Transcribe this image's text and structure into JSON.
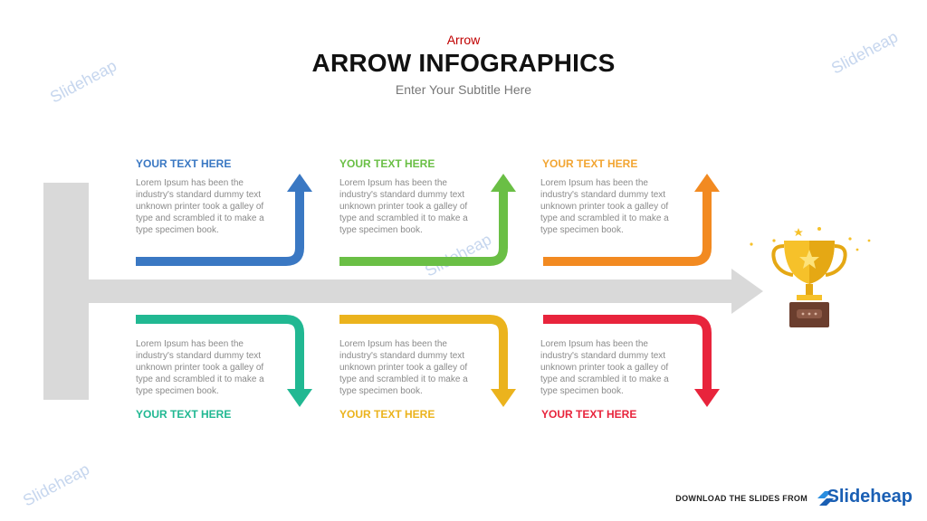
{
  "header": {
    "eyebrow": "Arrow",
    "title": "ARROW INFOGRAPHICS",
    "subtitle": "Enter Your Subtitle Here"
  },
  "steps": [
    {
      "title": "YOUR TEXT HERE",
      "body": "Lorem Ipsum has been the industry's standard dummy text unknown printer took a galley of type and scrambled it to make a type specimen book.",
      "color": "#3a78c3"
    },
    {
      "title": "YOUR TEXT HERE",
      "body": "Lorem Ipsum has been the industry's standard dummy text unknown printer took a galley of type and scrambled it to make a type specimen book.",
      "color": "#6abf45"
    },
    {
      "title": "YOUR TEXT HERE",
      "body": "Lorem Ipsum has been the industry's standard dummy text unknown printer took a galley of type and scrambled it to make a type specimen book.",
      "color": "#f28a21"
    },
    {
      "title": "YOUR TEXT HERE",
      "body": "Lorem Ipsum has been the industry's standard dummy text unknown printer took a galley of type and scrambled it to make a type specimen book.",
      "color": "#21b892"
    },
    {
      "title": "YOUR TEXT HERE",
      "body": "Lorem Ipsum has been the industry's standard dummy text unknown printer took a galley of type and scrambled it to make a type specimen book.",
      "color": "#ebb31d"
    },
    {
      "title": "YOUR TEXT HERE",
      "body": "Lorem Ipsum has been the industry's standard dummy text unknown printer took a galley of type and scrambled it to make a type specimen book.",
      "color": "#e8243c"
    }
  ],
  "colors": {
    "main_arrow": "#d9d9d9",
    "trophy_gold": "#f6c12a",
    "trophy_base": "#6b3e2e"
  },
  "watermark": "Slideheap",
  "footer": {
    "download_text": "DOWNLOAD THE SLIDES FROM",
    "brand": "Slideheap"
  }
}
